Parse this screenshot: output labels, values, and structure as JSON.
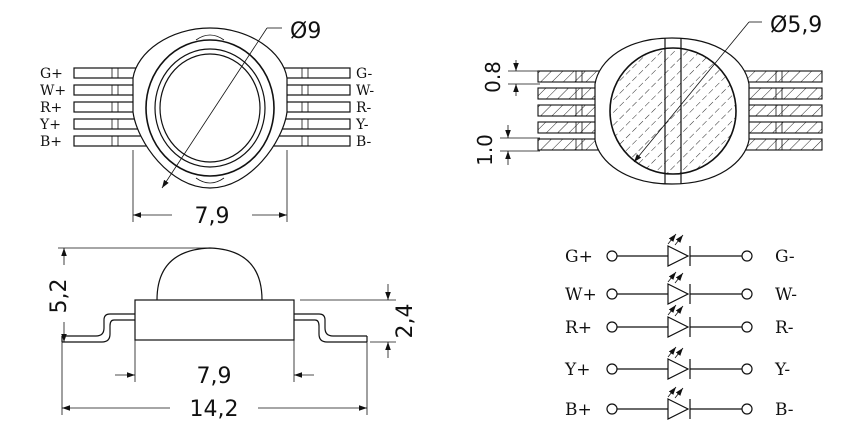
{
  "top_left": {
    "diameter_label": "Ø9",
    "width_label": "7,9",
    "left_pins": [
      "G+",
      "W+",
      "R+",
      "Y+",
      "B+"
    ],
    "right_pins": [
      "G-",
      "W-",
      "R-",
      "Y-",
      "B-"
    ]
  },
  "top_right": {
    "diameter_label": "Ø5,9",
    "pin_width_label": "0.8",
    "pin_pitch_label": "1.0"
  },
  "side_view": {
    "height_label": "5,2",
    "body_height_label": "2,4",
    "body_width_label": "7,9",
    "total_width_label": "14,2"
  },
  "schematic": {
    "left_labels": [
      "G+",
      "W+",
      "R+",
      "Y+",
      "B+"
    ],
    "right_labels": [
      "G-",
      "W-",
      "R-",
      "Y-",
      "B-"
    ]
  },
  "icons": [
    "led-diode-icon"
  ]
}
